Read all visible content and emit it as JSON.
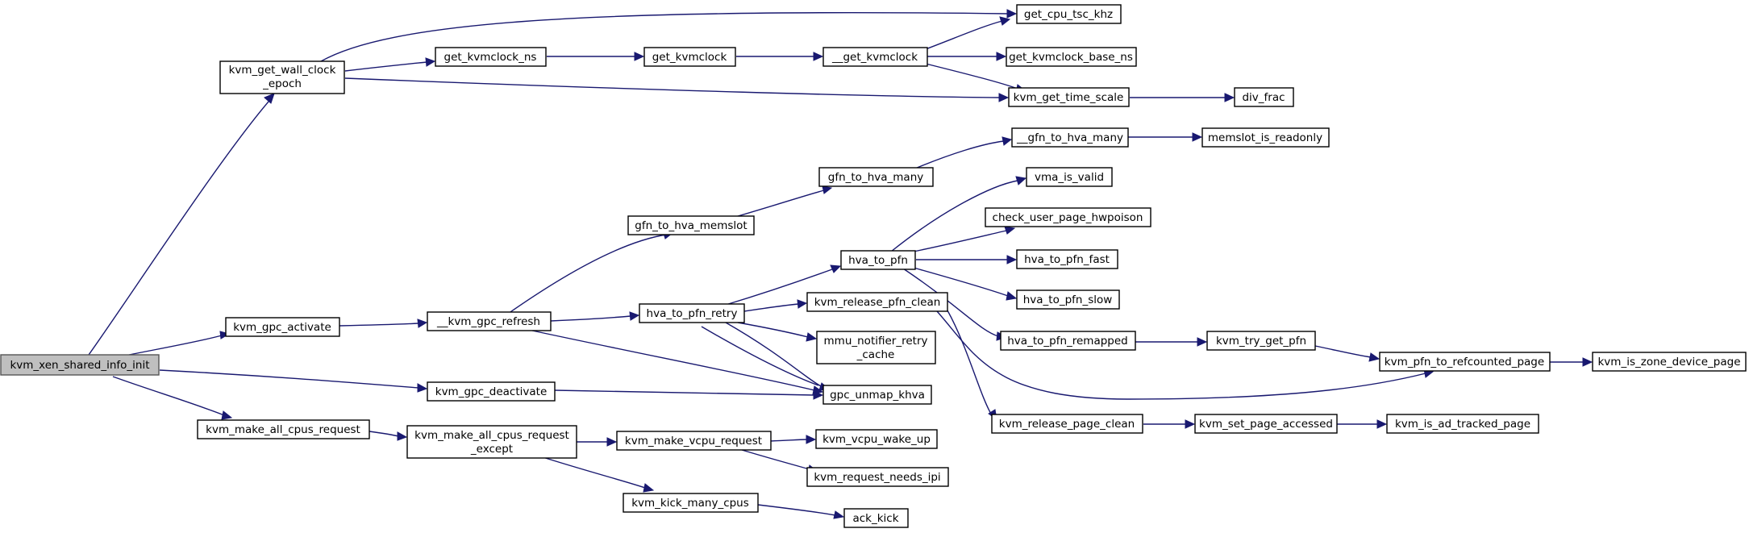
{
  "nodes": {
    "kvm_xen_shared_info_init": "kvm_xen_shared_info_init",
    "kvm_get_wall_clock_epoch_1": "kvm_get_wall_clock",
    "kvm_get_wall_clock_epoch_2": "_epoch",
    "get_kvmclock_ns": "get_kvmclock_ns",
    "get_kvmclock": "get_kvmclock",
    "__get_kvmclock": "__get_kvmclock",
    "get_cpu_tsc_khz": "get_cpu_tsc_khz",
    "get_kvmclock_base_ns": "get_kvmclock_base_ns",
    "kvm_get_time_scale": "kvm_get_time_scale",
    "div_frac": "div_frac",
    "__gfn_to_hva_many": "__gfn_to_hva_many",
    "memslot_is_readonly": "memslot_is_readonly",
    "gfn_to_hva_many": "gfn_to_hva_many",
    "vma_is_valid": "vma_is_valid",
    "gfn_to_hva_memslot": "gfn_to_hva_memslot",
    "check_user_page_hwpoison": "check_user_page_hwpoison",
    "hva_to_pfn": "hva_to_pfn",
    "hva_to_pfn_fast": "hva_to_pfn_fast",
    "hva_to_pfn_slow": "hva_to_pfn_slow",
    "kvm_release_pfn_clean": "kvm_release_pfn_clean",
    "hva_to_pfn_retry": "hva_to_pfn_retry",
    "kvm_gpc_activate": "kvm_gpc_activate",
    "__kvm_gpc_refresh": "__kvm_gpc_refresh",
    "hva_to_pfn_remapped": "hva_to_pfn_remapped",
    "kvm_try_get_pfn": "kvm_try_get_pfn",
    "mmu_notifier_retry_cache_1": "mmu_notifier_retry",
    "mmu_notifier_retry_cache_2": "_cache",
    "kvm_pfn_to_refcounted_page": "kvm_pfn_to_refcounted_page",
    "kvm_is_zone_device_page": "kvm_is_zone_device_page",
    "kvm_gpc_deactivate": "kvm_gpc_deactivate",
    "gpc_unmap_khva": "gpc_unmap_khva",
    "kvm_release_page_clean": "kvm_release_page_clean",
    "kvm_set_page_accessed": "kvm_set_page_accessed",
    "kvm_is_ad_tracked_page": "kvm_is_ad_tracked_page",
    "kvm_make_all_cpus_request": "kvm_make_all_cpus_request",
    "kvm_make_all_cpus_request_except_1": "kvm_make_all_cpus_request",
    "kvm_make_all_cpus_request_except_2": "_except",
    "kvm_make_vcpu_request": "kvm_make_vcpu_request",
    "kvm_vcpu_wake_up": "kvm_vcpu_wake_up",
    "kvm_request_needs_ipi": "kvm_request_needs_ipi",
    "kvm_kick_many_cpus": "kvm_kick_many_cpus",
    "ack_kick": "ack_kick"
  },
  "colors": {
    "edge": "#191970",
    "root_fill": "#bfbfbf",
    "node_fill": "#ffffff"
  }
}
